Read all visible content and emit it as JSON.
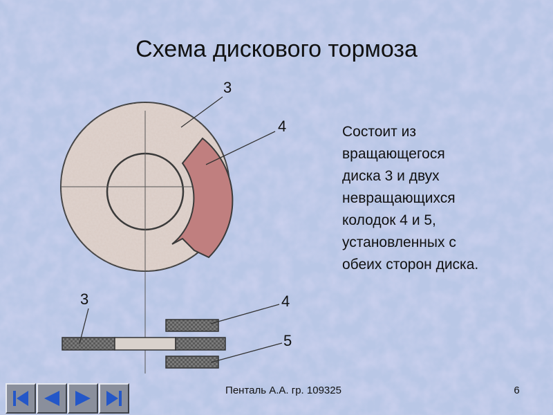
{
  "slide": {
    "title": "Схема дискового тормоза",
    "description_lines": [
      "Состоит из",
      "вращающегося",
      "диска 3 и двух",
      "невращающихся",
      "колодок 4 и 5,",
      "установленных с",
      "обеих сторон диска."
    ],
    "footer": "Пенталь А.А. гр. 109325",
    "page_number": "6"
  },
  "diagram": {
    "callouts": {
      "top_disc": "3",
      "top_pad": "4",
      "side_disc": "3",
      "side_pad_upper": "4",
      "side_pad_lower": "5"
    }
  },
  "colors": {
    "background": "#b9c7e6",
    "disc_fill": "#d9cbc4",
    "pad_fill": "#c07f7f",
    "outline": "#3a3a3a",
    "nav_button": "#8a8f9c",
    "nav_arrow": "#2457c8"
  },
  "nav": {
    "buttons": [
      "first-icon",
      "previous-icon",
      "next-icon",
      "last-icon"
    ]
  }
}
